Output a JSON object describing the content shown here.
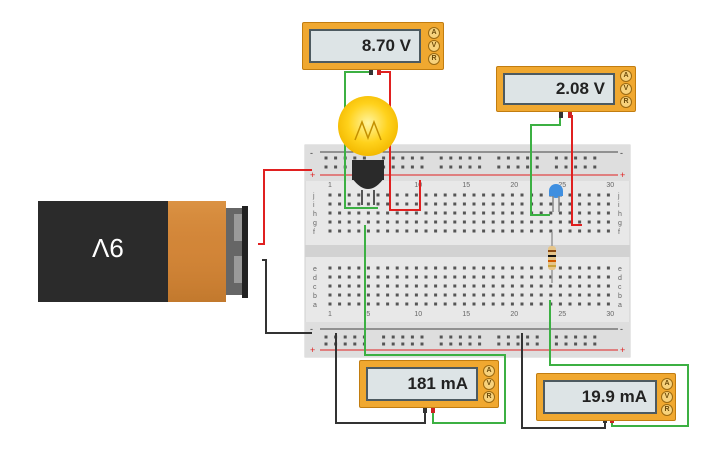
{
  "battery": {
    "label": "9V"
  },
  "meters": {
    "bulb_voltage": {
      "reading": "8.70 V"
    },
    "led_voltage": {
      "reading": "2.08 V"
    },
    "bulb_current": {
      "reading": "181 mA"
    },
    "led_current": {
      "reading": "19.9 mA"
    }
  },
  "meter_modes": {
    "a": "A",
    "v": "V",
    "r": "R"
  },
  "colors": {
    "wire_red": "#e02020",
    "wire_black": "#333333",
    "wire_green": "#3cb043",
    "meter_body": "#f0a830",
    "breadboard": "#e6e6e6",
    "led": "#3f8fe0",
    "bulb_glow": "#ffd21c"
  },
  "breadboard": {
    "rail_plus": "+",
    "rail_minus": "-",
    "rows_top": [
      "f",
      "g",
      "h",
      "i",
      "j"
    ],
    "rows_bottom": [
      "a",
      "b",
      "c",
      "d",
      "e"
    ],
    "column_labels": [
      "1",
      "5",
      "10",
      "15",
      "20",
      "25",
      "30"
    ]
  }
}
